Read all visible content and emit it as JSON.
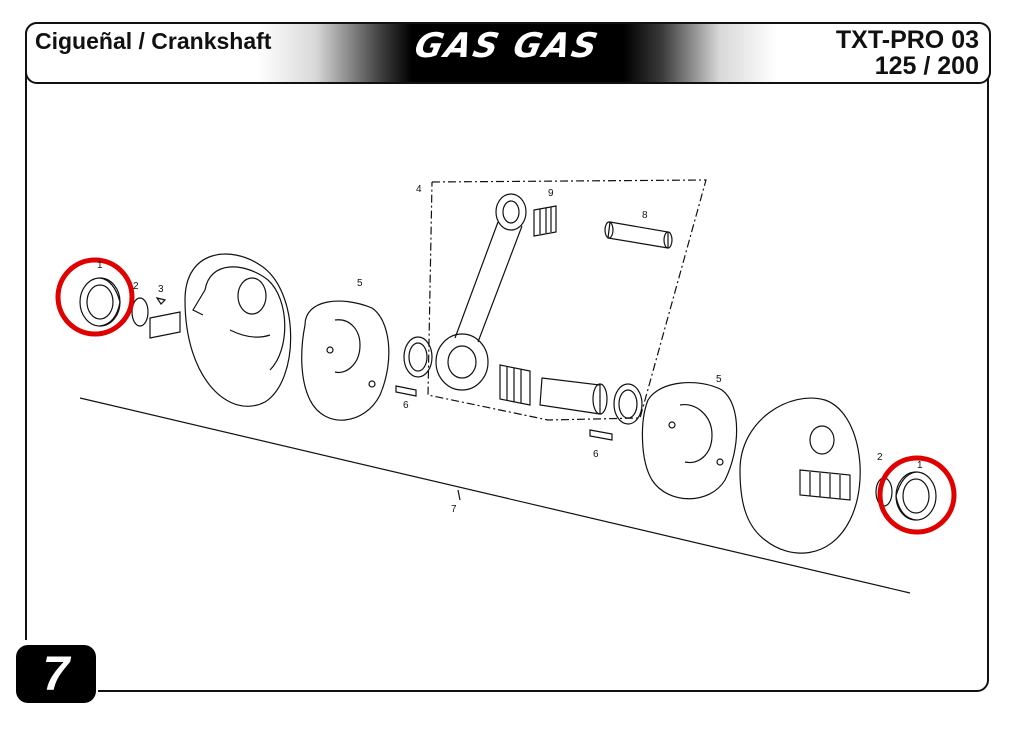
{
  "header": {
    "title": "Cigueñal / Crankshaft",
    "brand": "GAS GAS",
    "model_line1": "TXT-PRO 03",
    "model_line2": "125 / 200"
  },
  "page_number": "7",
  "parts": {
    "p1_left": "1",
    "p2_left": "2",
    "p3": "3",
    "p4": "4",
    "p5_left": "5",
    "p5_right": "5",
    "p6_left": "6",
    "p6_right": "6",
    "p7": "7",
    "p8": "8",
    "p9": "9",
    "p2_right": "2",
    "p1_right": "1"
  },
  "highlight_color": "#e00000"
}
